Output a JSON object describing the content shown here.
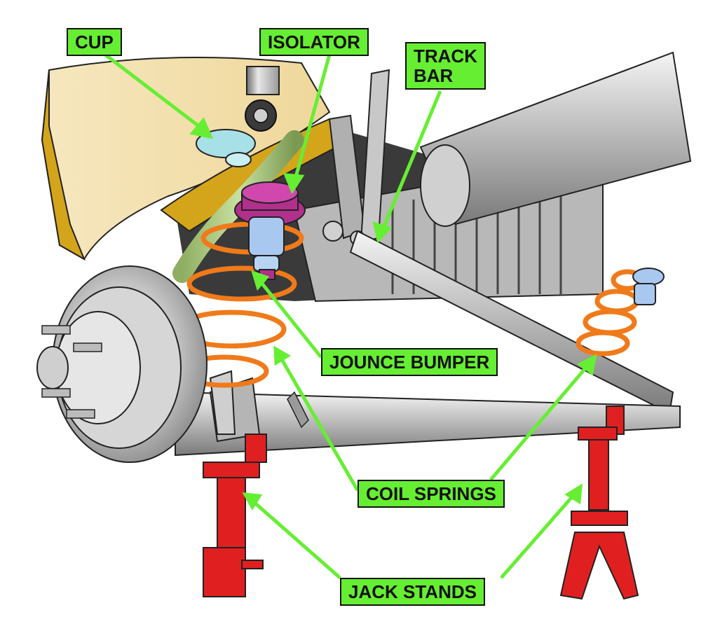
{
  "labels": {
    "cup": "CUP",
    "isolator": "ISOLATOR",
    "track_bar_line1": "TRACK",
    "track_bar_line2": "BAR",
    "jounce_bumper": "JOUNCE BUMPER",
    "coil_springs": "COIL SPRINGS",
    "jack_stands": "JACK STANDS"
  },
  "colors": {
    "callout_fill": "#66ee33",
    "leader_line": "#66ee33",
    "spring": "#f07a1a",
    "jack_stand": "#e02020",
    "isolator": "#b0308c",
    "cup": "#a8e0e8",
    "jounce_bumper": "#a8c8f0",
    "body_panel": "#f6e7bf",
    "frame_rail": "#d4a51a",
    "axle_metal": "#c8c8c8"
  }
}
